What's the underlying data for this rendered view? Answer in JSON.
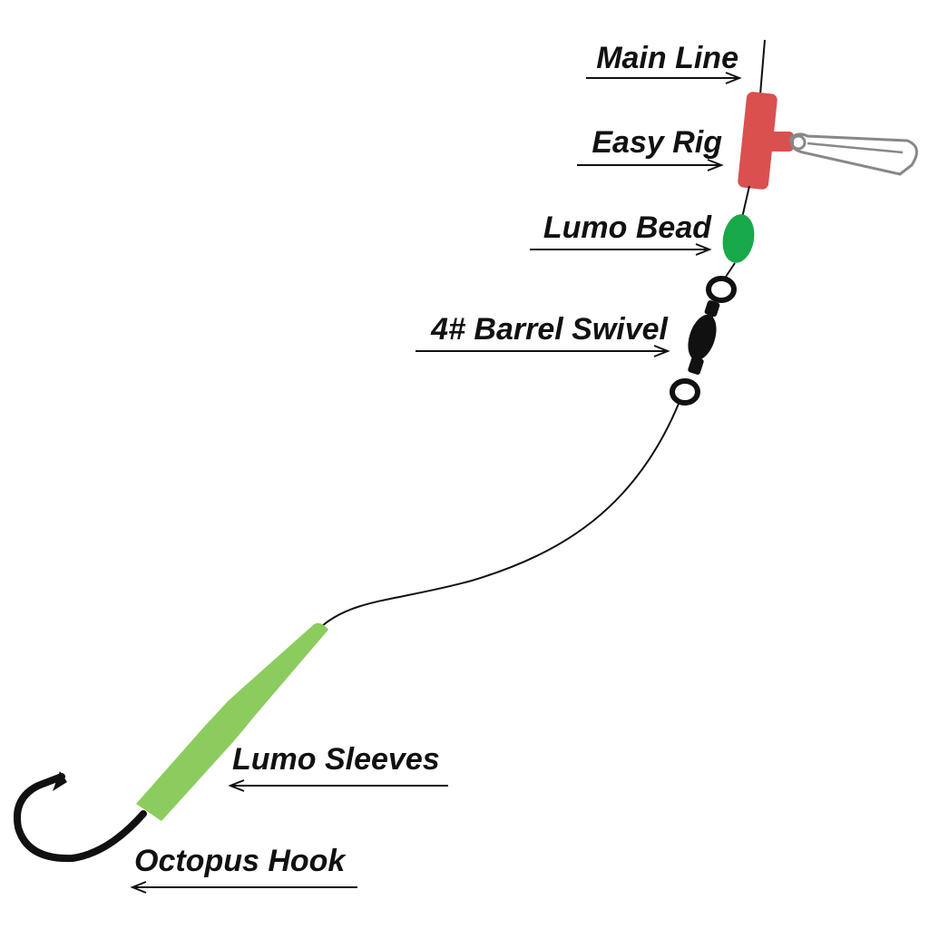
{
  "diagram": {
    "labels": {
      "main_line": "Main Line",
      "easy_rig": "Easy Rig",
      "lumo_bead": "Lumo Bead",
      "barrel_swivel": "4# Barrel Swivel",
      "lumo_sleeves": "Lumo Sleeves",
      "octopus_hook": "Octopus Hook"
    },
    "colors": {
      "easy_rig": "#d9504f",
      "lumo_bead": "#17a84a",
      "lumo_sleeve": "#8ccc5e",
      "swivel": "#111111",
      "hook": "#111111",
      "line": "#111111",
      "snap": "#888888"
    }
  }
}
